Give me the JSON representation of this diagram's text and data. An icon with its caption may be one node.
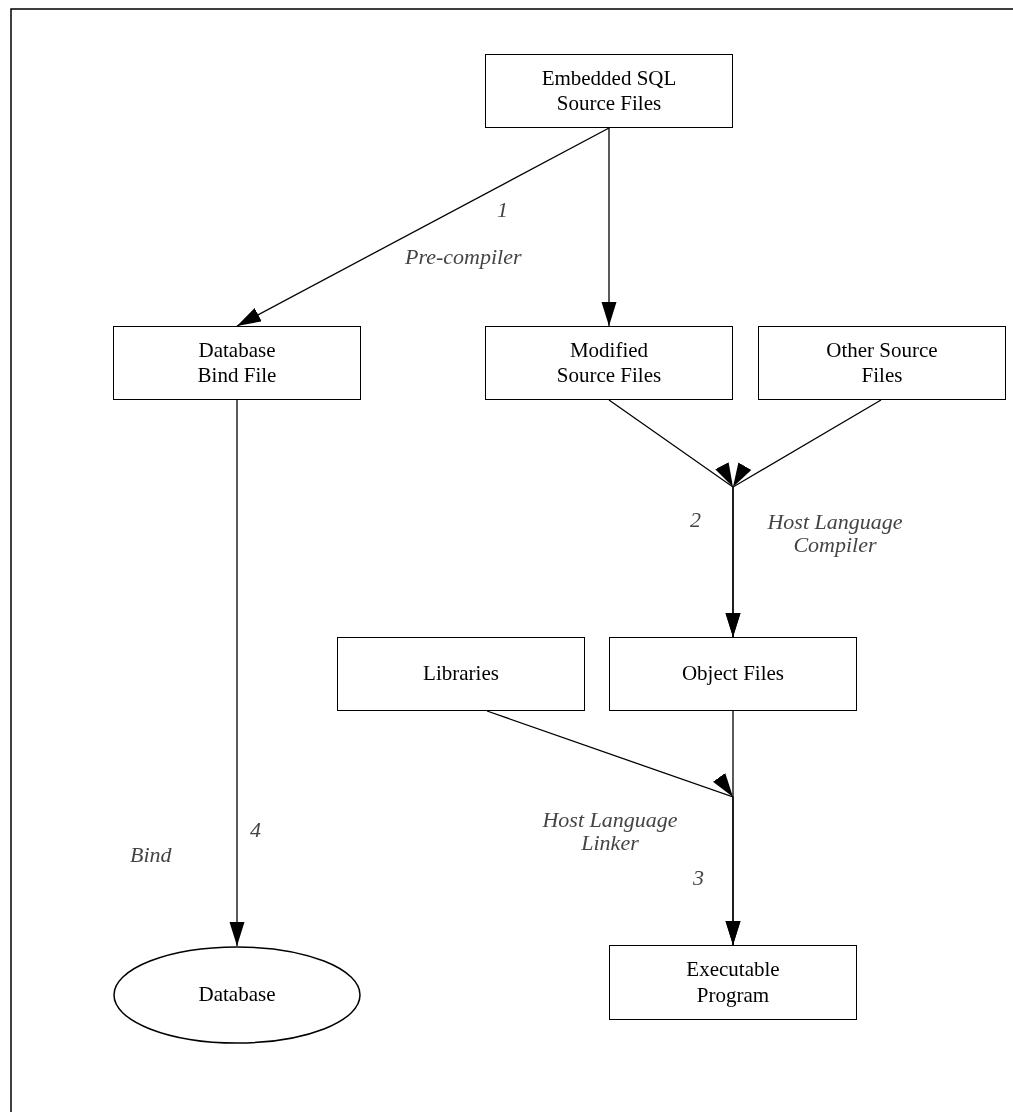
{
  "diagram": {
    "nodes": [
      {
        "text": [
          "Embedded SQL Source Files"
        ]
      },
      {
        "text": [
          "Database Bind File"
        ]
      },
      {
        "text": [
          "Modified Source Files"
        ]
      },
      {
        "text": [
          "Other Source Files"
        ]
      },
      {
        "text": [
          "Libraries"
        ]
      },
      {
        "text": [
          "Object Files"
        ]
      },
      {
        "text": [
          "Database"
        ]
      },
      {
        "text": [
          "Executable Program"
        ]
      }
    ],
    "edges": [
      {
        "from": 0,
        "to": 1,
        "arrow": "to"
      },
      {
        "from": 0,
        "to": 2,
        "arrow": "to"
      },
      {
        "from": 2,
        "to": 5,
        "arrow": "to"
      },
      {
        "from": 3,
        "to": 5,
        "arrow": "to"
      },
      {
        "from": 5,
        "to": 7,
        "arrow": "to"
      },
      {
        "from": 4,
        "to": 7,
        "arrow": "to"
      },
      {
        "from": 1,
        "to": 6,
        "arrow": "to"
      }
    ],
    "labels": [
      "1",
      "Pre-compiler",
      "2",
      "Host Language Compiler",
      "4",
      "Host Language Linker",
      "Bind",
      "3"
    ]
  }
}
